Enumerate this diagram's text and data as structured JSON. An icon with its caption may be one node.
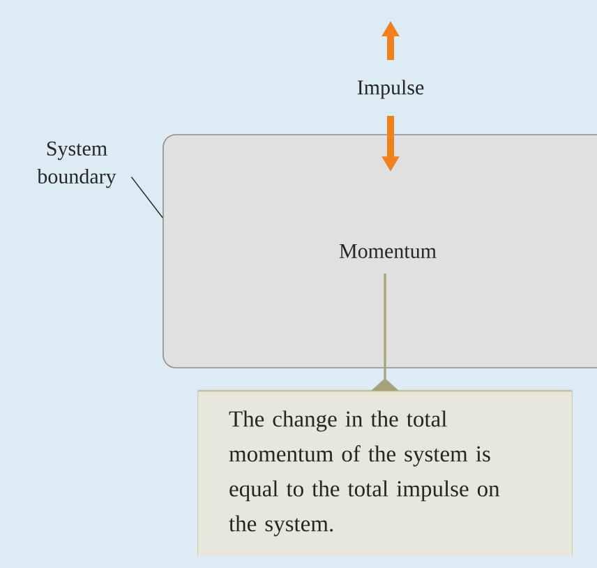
{
  "diagram": {
    "nodes": [
      {
        "text": [
          "Impulse"
        ]
      },
      {
        "text": [
          "System boundary"
        ]
      },
      {
        "text": [
          "Momentum"
        ]
      },
      {
        "text": [
          "The change in the total momentum of the system is equal to the total impulse on the system."
        ]
      }
    ],
    "edges": [
      {
        "from": 0,
        "to": null,
        "arrow": "to",
        "style": "thick",
        "color": "#f0801e"
      },
      {
        "from": 0,
        "to": 2,
        "arrow": "to",
        "style": "thick",
        "color": "#f0801e"
      },
      {
        "from": 1,
        "to": 2,
        "arrow": "none",
        "color": "#222222"
      },
      {
        "from": 2,
        "to": 3,
        "arrow": "none",
        "color": "#a8a27a"
      }
    ]
  }
}
